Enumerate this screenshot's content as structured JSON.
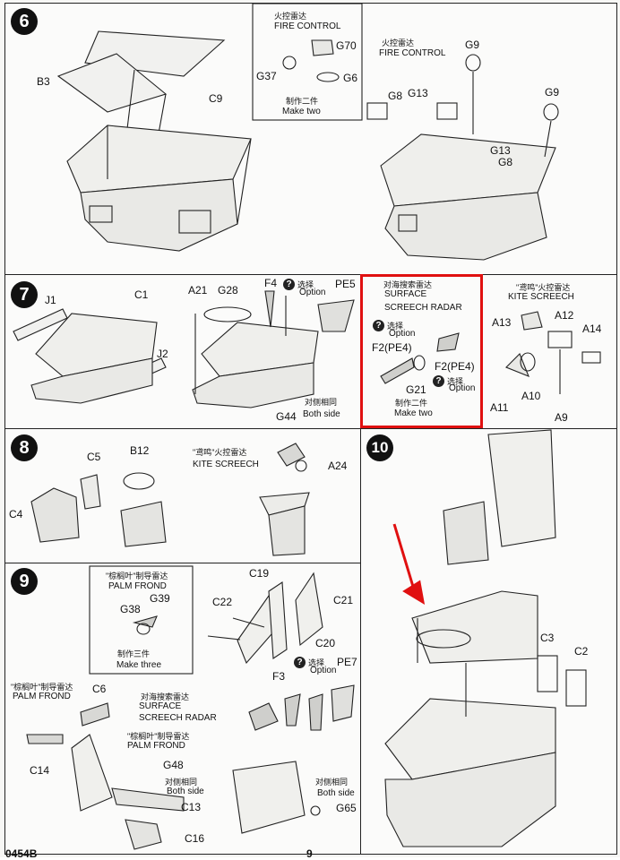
{
  "steps": {
    "s6": {
      "number": "6",
      "parts": [
        "B3",
        "C9"
      ],
      "inset_fire_control": {
        "cn": "火控雷达",
        "en": "FIRE CONTROL",
        "parts": [
          "G70",
          "G37",
          "G6"
        ],
        "make_cn": "制作二件",
        "make_en": "Make two"
      },
      "right_fire_control": {
        "cn": "火控雷达",
        "en": "FIRE CONTROL",
        "parts": [
          "G9",
          "G8",
          "G13",
          "G9",
          "G13",
          "G8"
        ]
      }
    },
    "s7": {
      "number": "7",
      "parts": [
        "J1",
        "C1",
        "J2",
        "A21",
        "G28",
        "F4",
        "PE5",
        "G44"
      ],
      "option": "Option",
      "option_cn": "选择",
      "both_cn": "对侧相同",
      "both_en": "Both side",
      "radar": {
        "cn": "对海搜索雷达",
        "en1": "SURFACE",
        "en2": "SCREECH RADAR",
        "option_cn": "选择",
        "option": "Option",
        "parts": [
          "F2(PE4)",
          "F2(PE4)",
          "G21"
        ],
        "make_cn": "制作二件",
        "make_en": "Make two"
      },
      "kite": {
        "cn": "\"鸢鸣\"火控雷达",
        "en": "KITE SCREECH",
        "parts": [
          "A13",
          "A12",
          "A14",
          "A10",
          "A11",
          "A9"
        ]
      }
    },
    "s8": {
      "number": "8",
      "parts": [
        "C5",
        "B12",
        "C4",
        "A24"
      ],
      "kite": {
        "cn": "\"鸢鸣\"火控雷达",
        "en": "KITE SCREECH"
      }
    },
    "s9": {
      "number": "9",
      "palm_inset": {
        "cn": "\"棕榈叶\"制导雷达",
        "en": "PALM FROND",
        "parts": [
          "G39",
          "G38"
        ],
        "make_cn": "制作三件",
        "make_en": "Make three"
      },
      "parts": [
        "C19",
        "C22",
        "C21",
        "C20",
        "F3",
        "PE7",
        "C6",
        "C14",
        "G48",
        "C13",
        "C16",
        "G65"
      ],
      "option_cn": "选择",
      "option": "Option",
      "palm_left": {
        "cn": "\"棕榈叶\"制导雷达",
        "en": "PALM FROND"
      },
      "surface": {
        "cn": "对海搜索雷达",
        "en1": "SURFACE",
        "en2": "SCREECH RADAR"
      },
      "palm_mid": {
        "cn": "\"棕榈叶\"制导雷达",
        "en": "PALM FROND"
      },
      "both_cn": "对侧相同",
      "both_en": "Both side",
      "both_cn2": "对侧相同",
      "both_en2": "Both side"
    },
    "s10": {
      "number": "10",
      "parts": [
        "C3",
        "C2"
      ]
    }
  },
  "footer": {
    "left": "0454B",
    "page": "9"
  },
  "colors": {
    "highlight": "#e01010",
    "ink": "#111111",
    "paper": "#f7f7f5"
  }
}
